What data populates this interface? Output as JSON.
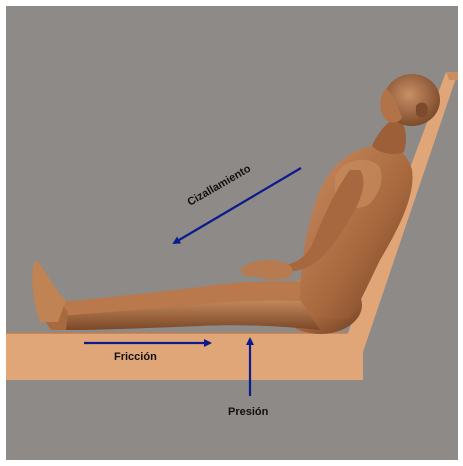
{
  "diagram": {
    "labels": {
      "shear": "Cizallamiento",
      "friction": "Fricción",
      "pressure": "Presión"
    },
    "colors": {
      "background": "#8e8a88",
      "bed": "#e0a678",
      "bed_edge": "#b97f55",
      "skin": "#b87a4f",
      "skin_shadow": "#7b4a2a",
      "arrow": "#0b1a8c"
    },
    "illustration": "man seated upright on a bed with raised backrest, legs extended"
  }
}
